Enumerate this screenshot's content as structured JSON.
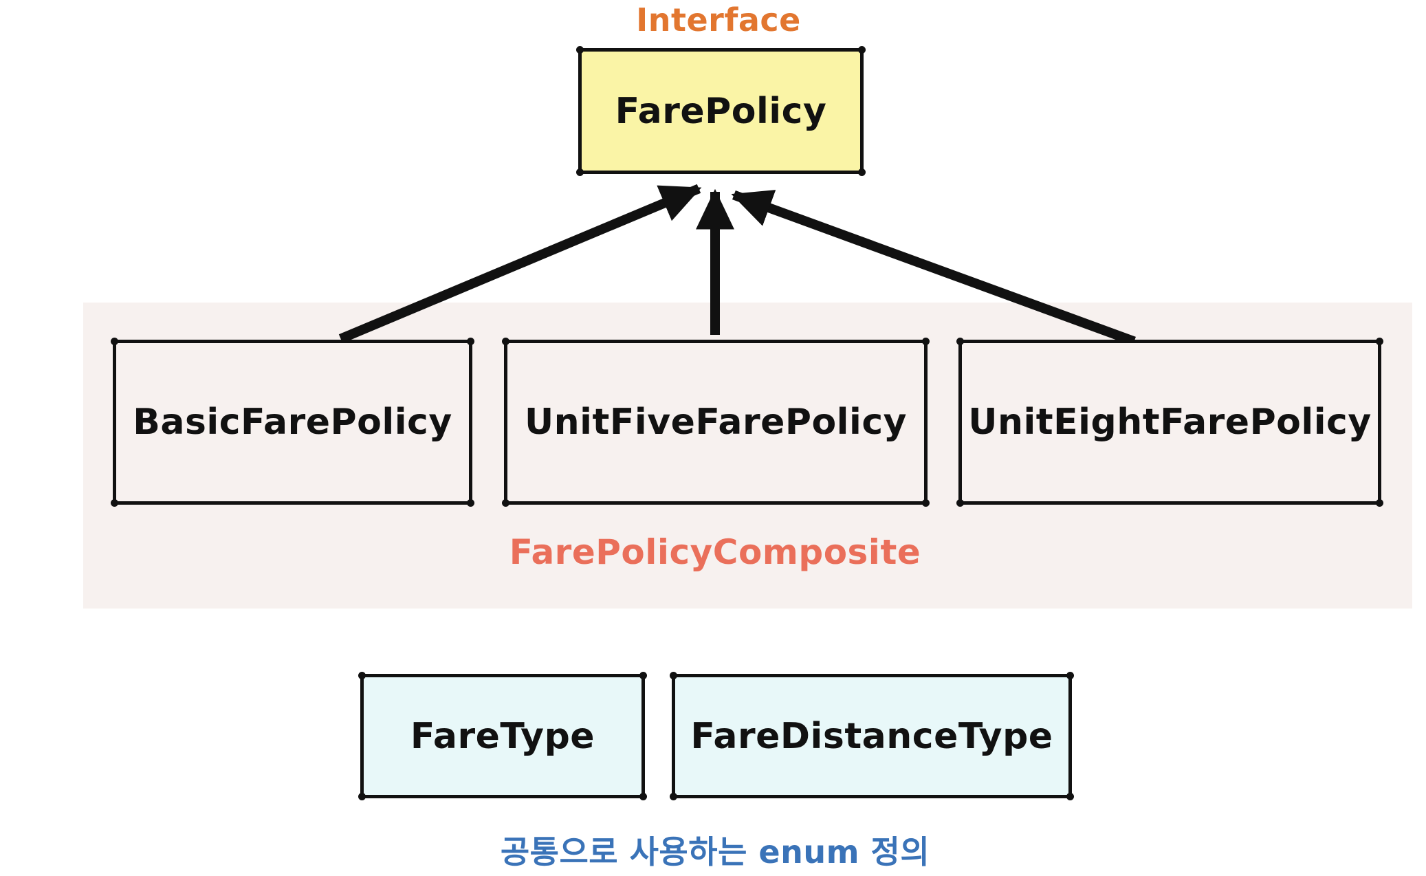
{
  "colors": {
    "interface_label": "#E2762F",
    "interface_box": "#FAF4A6",
    "composite_bg": "#F7F1EF",
    "composite_label": "#EA6F5A",
    "impl_box": "#F7F1EF",
    "enum_box": "#E8F8F9",
    "enum_label": "#3A73B8",
    "stroke": "#111111"
  },
  "interface": {
    "label": "Interface",
    "name": "FarePolicy"
  },
  "composite": {
    "label": "FarePolicyComposite",
    "implementations": [
      {
        "name": "BasicFarePolicy"
      },
      {
        "name": "UnitFiveFarePolicy"
      },
      {
        "name": "UnitEightFarePolicy"
      }
    ]
  },
  "enums": {
    "items": [
      {
        "name": "FareType"
      },
      {
        "name": "FareDistanceType"
      }
    ],
    "label": "공통으로 사용하는 enum 정의"
  },
  "relations": [
    {
      "from": "BasicFarePolicy",
      "to": "FarePolicy",
      "type": "implements"
    },
    {
      "from": "UnitFiveFarePolicy",
      "to": "FarePolicy",
      "type": "implements"
    },
    {
      "from": "UnitEightFarePolicy",
      "to": "FarePolicy",
      "type": "implements"
    }
  ]
}
